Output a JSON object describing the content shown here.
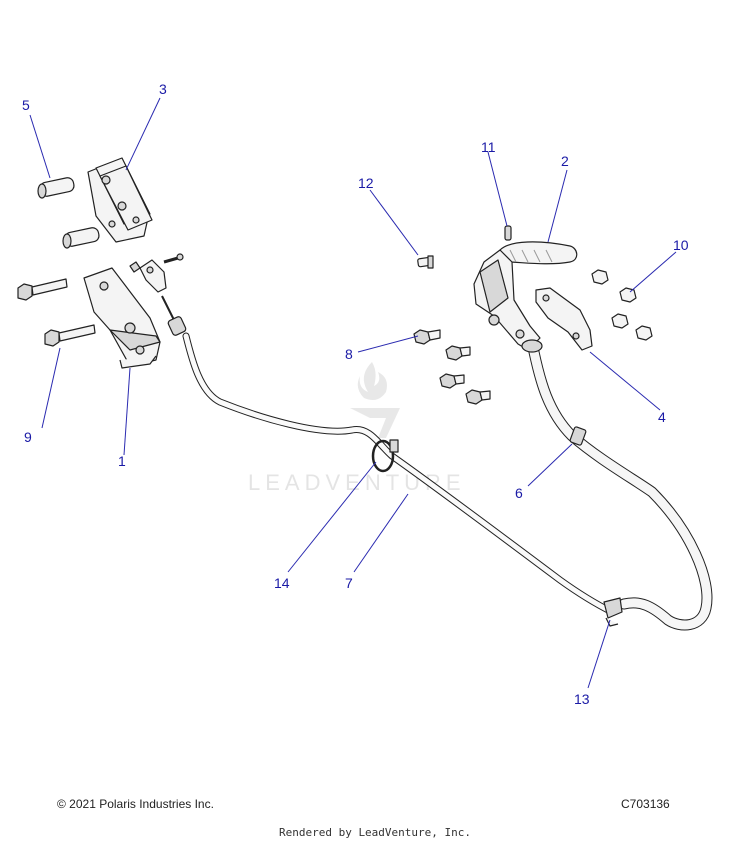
{
  "watermark": {
    "text": "LEADVENTURE"
  },
  "callouts": [
    {
      "id": "c1",
      "number": "1"
    },
    {
      "id": "c2",
      "number": "2"
    },
    {
      "id": "c3",
      "number": "3"
    },
    {
      "id": "c4",
      "number": "4"
    },
    {
      "id": "c5",
      "number": "5"
    },
    {
      "id": "c6",
      "number": "6"
    },
    {
      "id": "c7",
      "number": "7"
    },
    {
      "id": "c8",
      "number": "8"
    },
    {
      "id": "c9",
      "number": "9"
    },
    {
      "id": "c10",
      "number": "10"
    },
    {
      "id": "c11",
      "number": "11"
    },
    {
      "id": "c12",
      "number": "12"
    },
    {
      "id": "c13",
      "number": "13"
    },
    {
      "id": "c14",
      "number": "14"
    }
  ],
  "footer": {
    "copyright": "© 2021 Polaris Industries Inc.",
    "drawing_id": "C703136",
    "rendered_by": "Rendered by LeadVenture, Inc."
  },
  "colors": {
    "callout": "#1a1aa6",
    "line_art": "#222222",
    "watermark": "#e2e2e2"
  }
}
